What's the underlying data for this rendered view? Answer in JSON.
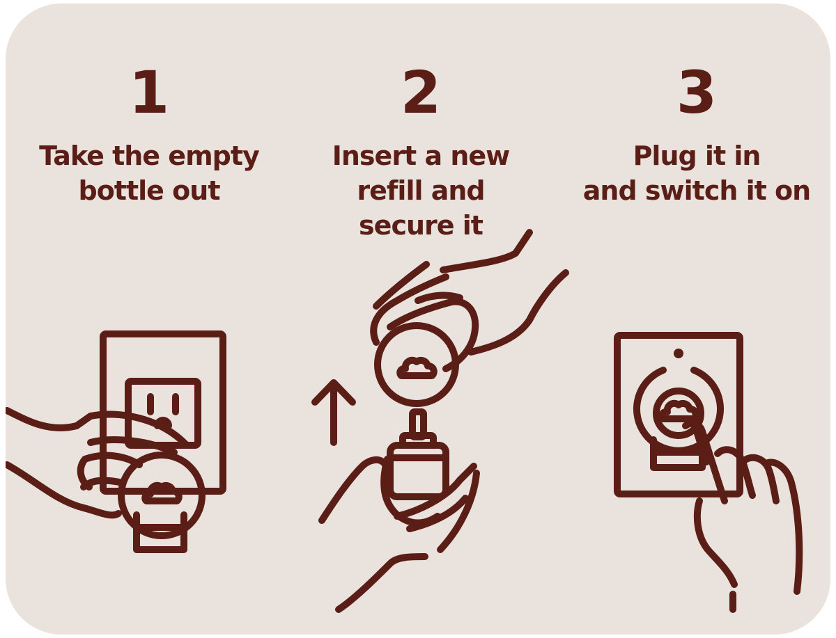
{
  "colors": {
    "background": "#eae2dd",
    "ink": "#5a1e16"
  },
  "steps": [
    {
      "number": "1",
      "lines": [
        "Take the empty",
        "bottle out"
      ],
      "illustration_icon": "hand-removing-bottle-from-outlet-icon"
    },
    {
      "number": "2",
      "lines": [
        "Insert a new",
        "refill and",
        "secure it"
      ],
      "illustration_icon": "hands-inserting-refill-icon"
    },
    {
      "number": "3",
      "lines": [
        "Plug it in",
        "and switch it on"
      ],
      "illustration_icon": "finger-pressing-switch-icon"
    }
  ]
}
